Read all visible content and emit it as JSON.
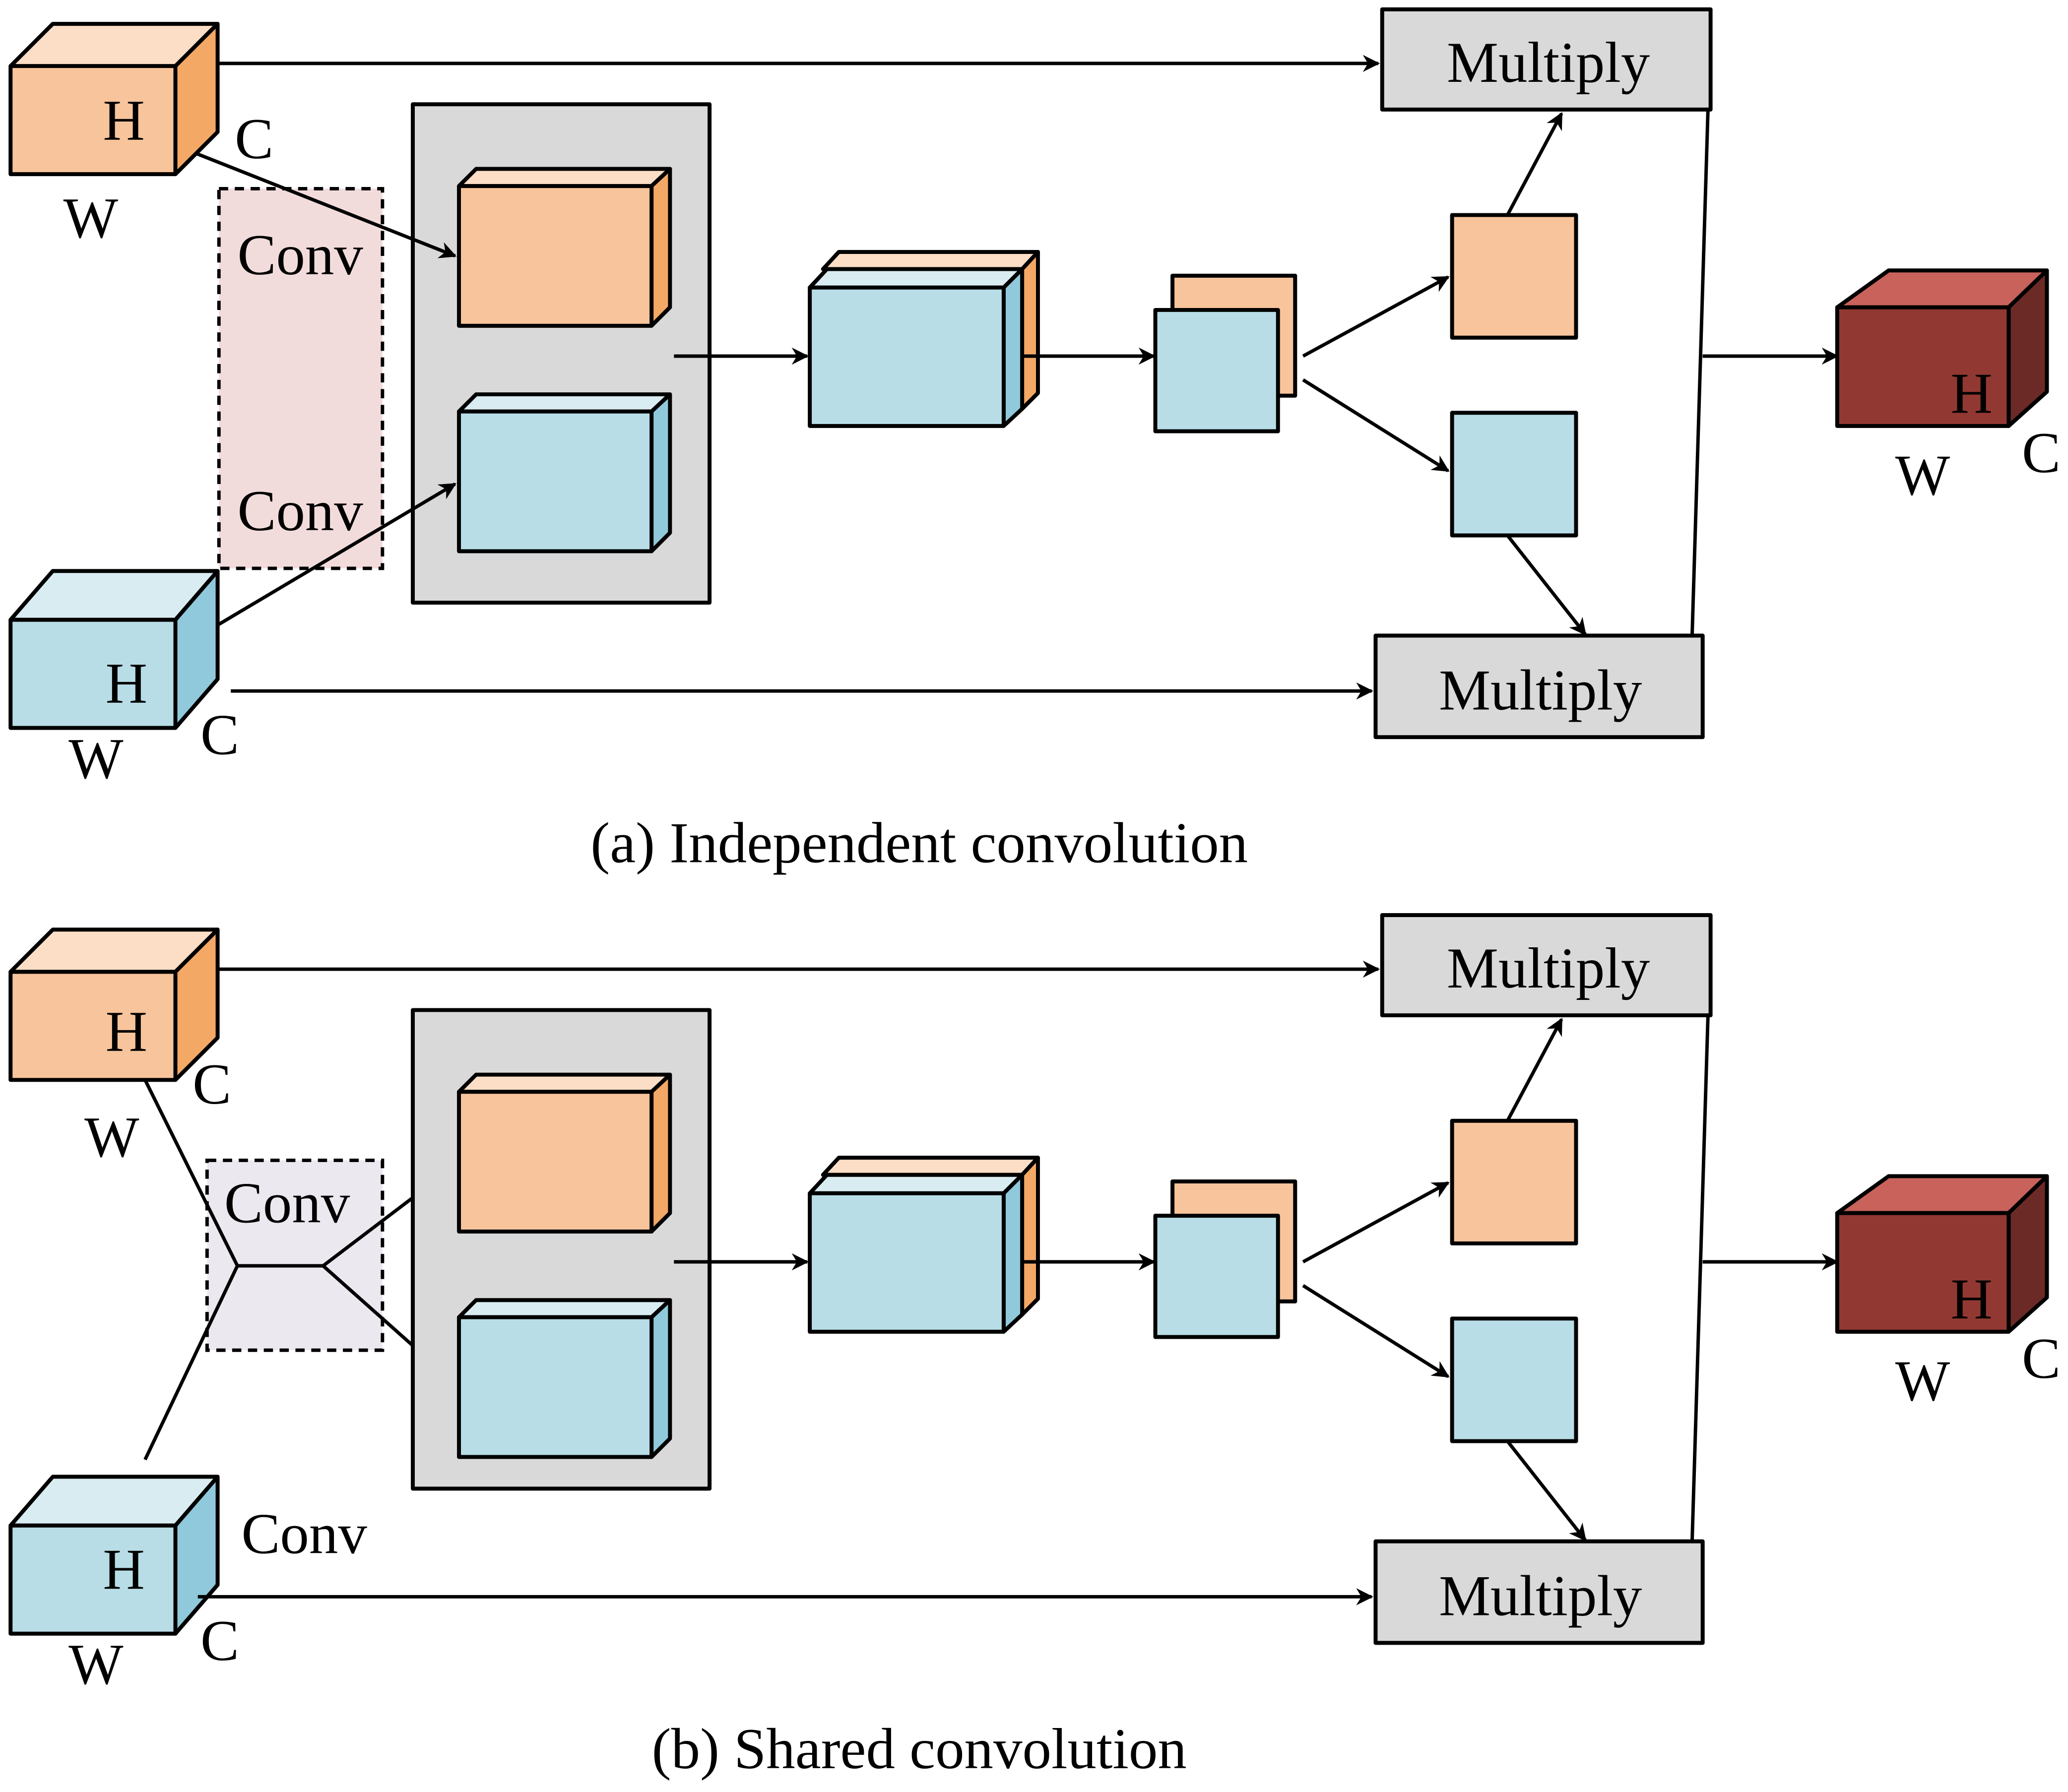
{
  "colors": {
    "orange_front": "#F8C49B",
    "orange_top": "#FCDEC6",
    "orange_side": "#F3A866",
    "blue_front": "#B8DDE7",
    "blue_top": "#D9ECF2",
    "blue_side": "#90C9DB",
    "red_front": "#923832",
    "red_top": "#C8625B",
    "red_side": "#6C2A26",
    "gray_box": "#D9D9D9",
    "conv_indep_fill": "#F2DCDB",
    "conv_shared_fill": "#ECE8F0",
    "line": "#000000"
  },
  "panels": [
    {
      "id": "a",
      "caption": "(a) Independent convolution",
      "input_top": {
        "h": "H",
        "w": "W",
        "c": "C"
      },
      "input_bottom": {
        "h": "H",
        "w": "W",
        "c": "C"
      },
      "conv_labels": [
        "Conv",
        "Conv"
      ],
      "multiply_top": "Multiply",
      "multiply_bottom": "Multiply",
      "output": {
        "h": "H",
        "w": "W",
        "c": "C"
      }
    },
    {
      "id": "b",
      "caption": "(b) Shared convolution",
      "input_top": {
        "h": "H",
        "w": "W",
        "c": "C"
      },
      "input_bottom": {
        "h": "H",
        "w": "W",
        "c": "C"
      },
      "conv_labels": [
        "Conv",
        "Conv"
      ],
      "multiply_top": "Multiply",
      "multiply_bottom": "Multiply",
      "output": {
        "h": "H",
        "w": "W",
        "c": "C"
      }
    }
  ]
}
